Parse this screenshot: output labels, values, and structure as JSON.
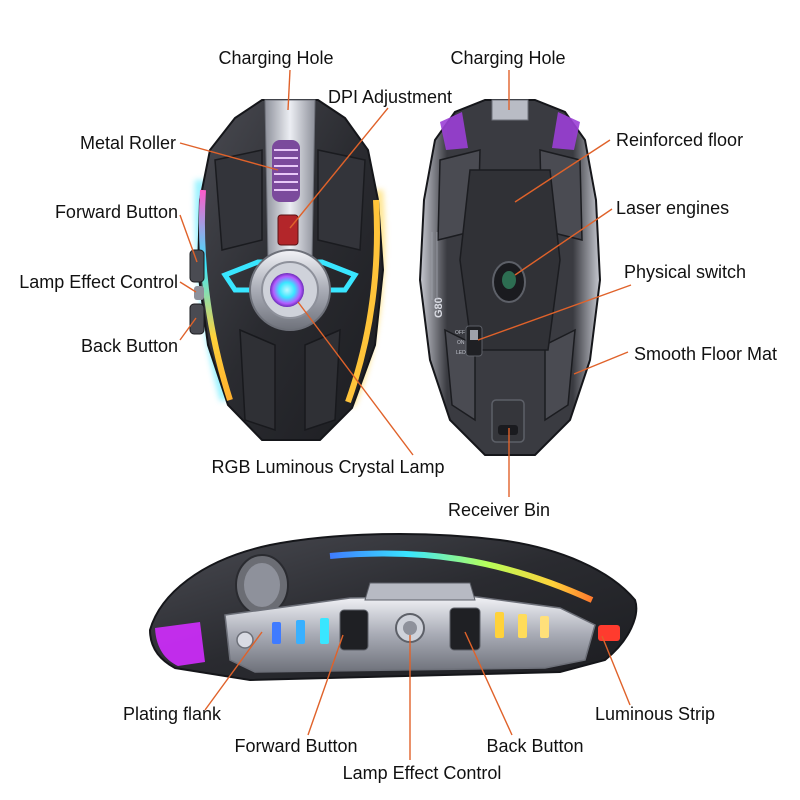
{
  "colors": {
    "leader_line": "#e0622a",
    "shell_dark": "#2a2b30",
    "shell_mid": "#3c3d44",
    "metal_light": "#d9dbe3",
    "metal_mid": "#a9acb6",
    "led_cyan": "#39e6ff",
    "led_yellow": "#ffd23a",
    "led_red": "#ff3b2e",
    "led_magenta": "#d12cff",
    "led_blue": "#3f7bff"
  },
  "icons": [
    "mouse-top-view",
    "mouse-bottom-view",
    "mouse-side-view"
  ],
  "labels": {
    "top_view": {
      "charging_hole": "Charging Hole",
      "dpi_adjustment": "DPI Adjustment",
      "metal_roller": "Metal Roller",
      "forward_button": "Forward Button",
      "lamp_effect_control": "Lamp Effect Control",
      "back_button": "Back Button",
      "rgb_lamp": "RGB Luminous Crystal Lamp"
    },
    "bottom_view": {
      "charging_hole": "Charging Hole",
      "reinforced_floor": "Reinforced floor",
      "laser_engines": "Laser engines",
      "physical_switch": "Physical switch",
      "smooth_floor_mat": "Smooth Floor Mat",
      "receiver_bin": "Receiver Bin",
      "model_text": "G80",
      "switch_off": "OFF",
      "switch_on": "ON",
      "switch_led": "LED"
    },
    "side_view": {
      "plating_flank": "Plating flank",
      "forward_button": "Forward Button",
      "lamp_effect_control": "Lamp Effect Control",
      "back_button": "Back Button",
      "luminous_strip": "Luminous Strip"
    }
  }
}
